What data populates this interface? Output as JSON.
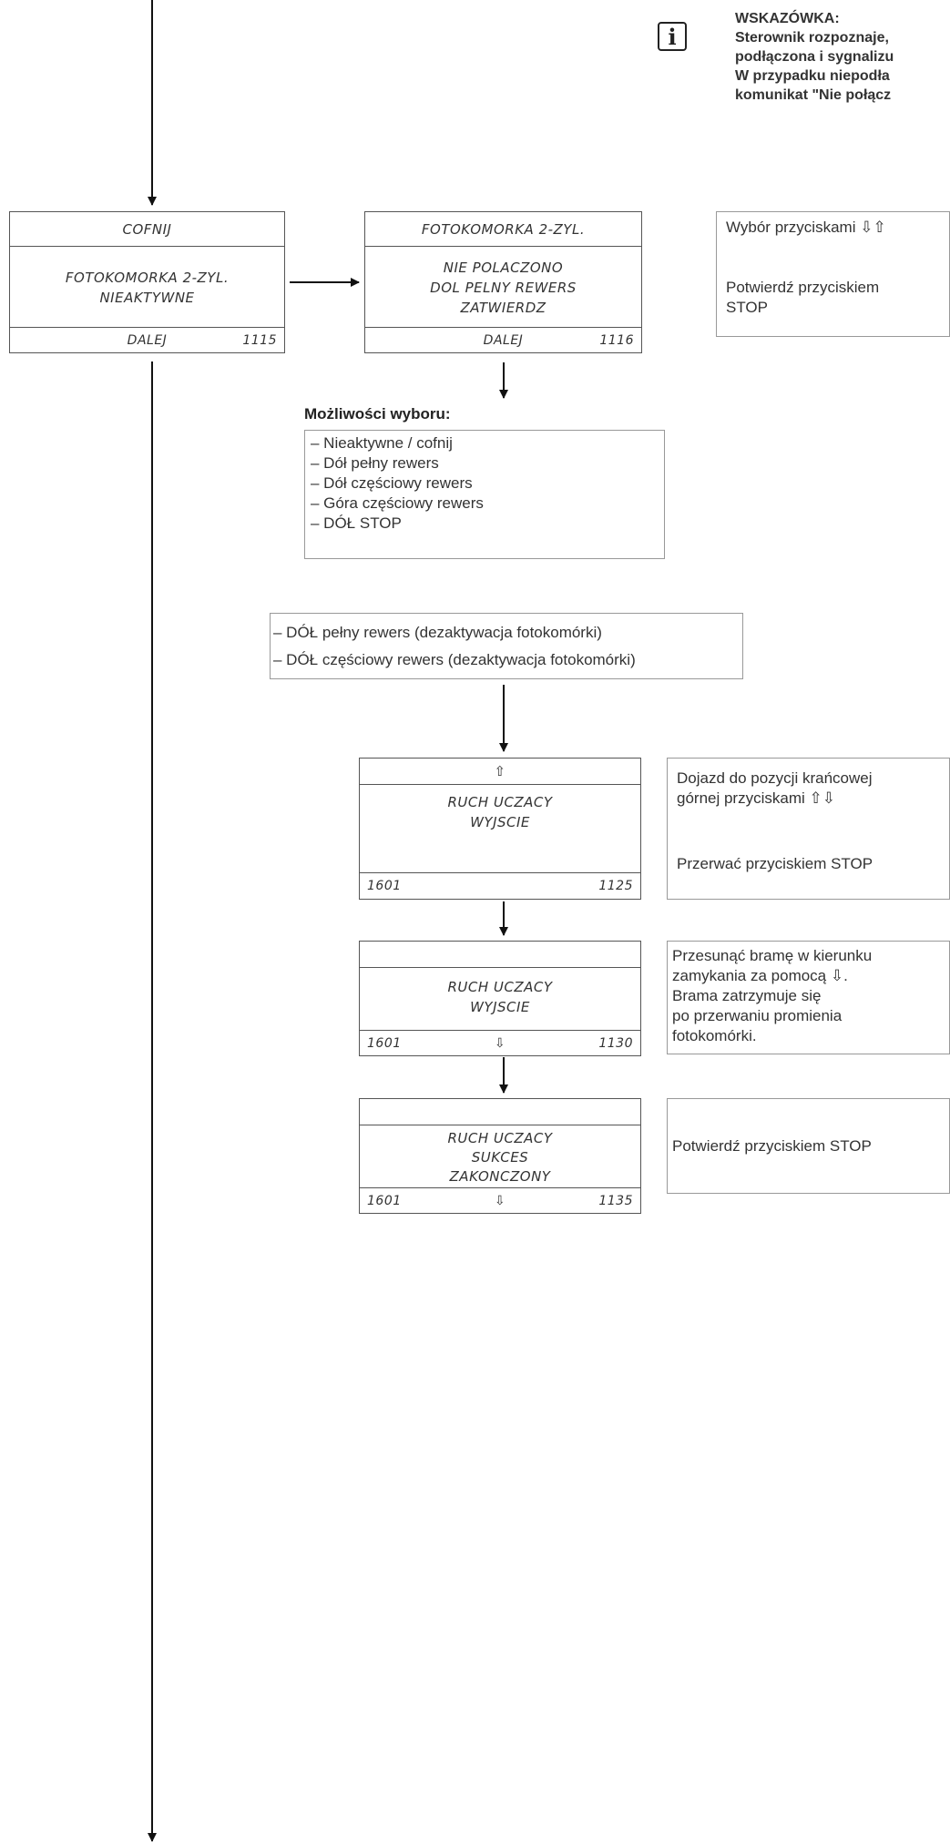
{
  "note": {
    "heading": "WSKAZÓWKA:",
    "lines": [
      "Sterownik rozpoznaje,",
      "podłączona i sygnalizu",
      "W przypadku niepodła",
      "komunikat \"Nie połącz"
    ]
  },
  "screen_1115": {
    "top": "COFNIJ",
    "lines": [
      "FOTOKOMORKA 2-ZYL.",
      "NIEAKTYWNE"
    ],
    "left": "",
    "center": "DALEJ",
    "right": "1115"
  },
  "screen_1116": {
    "top": "FOTOKOMORKA 2-ZYL.",
    "lines": [
      "NIE POLACZONO",
      "DOL PELNY REWERS",
      "ZATWIERDZ"
    ],
    "center": "DALEJ",
    "right": "1116"
  },
  "info_1116": {
    "lines": [
      "Wybór przyciskami ⇩⇧",
      "",
      "",
      "Potwierdź przyciskiem",
      "STOP"
    ]
  },
  "options": {
    "heading": "Możliwości wyboru:",
    "items": [
      "– Nieaktywne / cofnij",
      "– Dół pełny rewers",
      "– Dół częściowy rewers",
      "– Góra częściowy rewers",
      "– DÓŁ STOP"
    ]
  },
  "condition": {
    "items": [
      "– DÓŁ pełny rewers (dezaktywacja fotokomórki)",
      "– DÓŁ częściowy rewers (dezaktywacja fotokomórki)"
    ]
  },
  "screen_1125": {
    "top": "⇧",
    "lines": [
      "RUCH UCZACY",
      "WYJSCIE"
    ],
    "left": "1601",
    "center": "",
    "right": "1125"
  },
  "info_1125": {
    "lines": [
      "Dojazd do pozycji krańcowej",
      "górnej przyciskami ⇧⇩",
      "",
      "",
      "Przerwać przyciskiem STOP"
    ]
  },
  "screen_1130": {
    "top": "",
    "lines": [
      "RUCH UCZACY",
      "WYJSCIE"
    ],
    "left": "1601",
    "center": "⇩",
    "right": "1130"
  },
  "info_1130": {
    "lines": [
      "Przesunąć bramę w kierunku",
      "zamykania za pomocą ⇩.",
      "Brama zatrzymuje się",
      "po przerwaniu promienia",
      "fotokomórki."
    ]
  },
  "screen_1135": {
    "top": "",
    "lines": [
      "RUCH UCZACY",
      "SUKCES",
      "ZAKONCZONY"
    ],
    "left": "1601",
    "center": "⇩",
    "right": "1135"
  },
  "info_1135": {
    "lines": [
      "Potwierdź przyciskiem STOP"
    ]
  }
}
